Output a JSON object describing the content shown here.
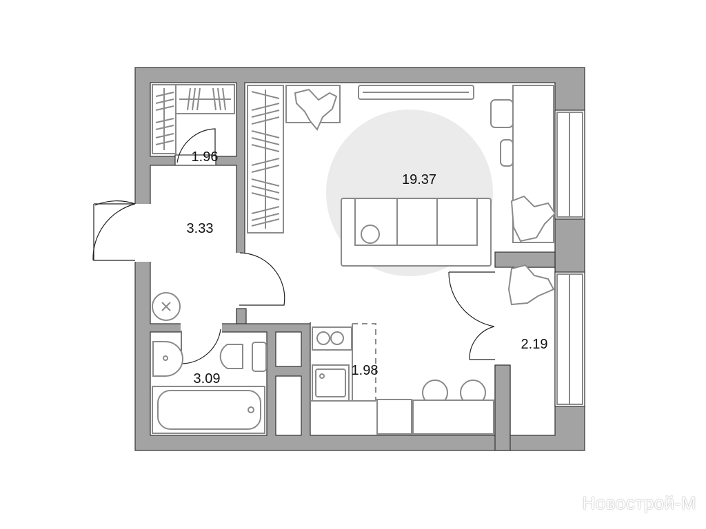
{
  "plan": {
    "rooms": [
      {
        "id": "closet",
        "area": "1.96"
      },
      {
        "id": "hall",
        "area": "3.33"
      },
      {
        "id": "living",
        "area": "19.37"
      },
      {
        "id": "bathroom",
        "area": "3.09"
      },
      {
        "id": "kitchen",
        "area": "1.98"
      },
      {
        "id": "loggia",
        "area": "2.19"
      }
    ]
  },
  "watermark": "Новострой-М",
  "colors": {
    "wall": "#a3a3a3",
    "furniture": "#8a8a8a",
    "highlight": "#ebebeb"
  }
}
